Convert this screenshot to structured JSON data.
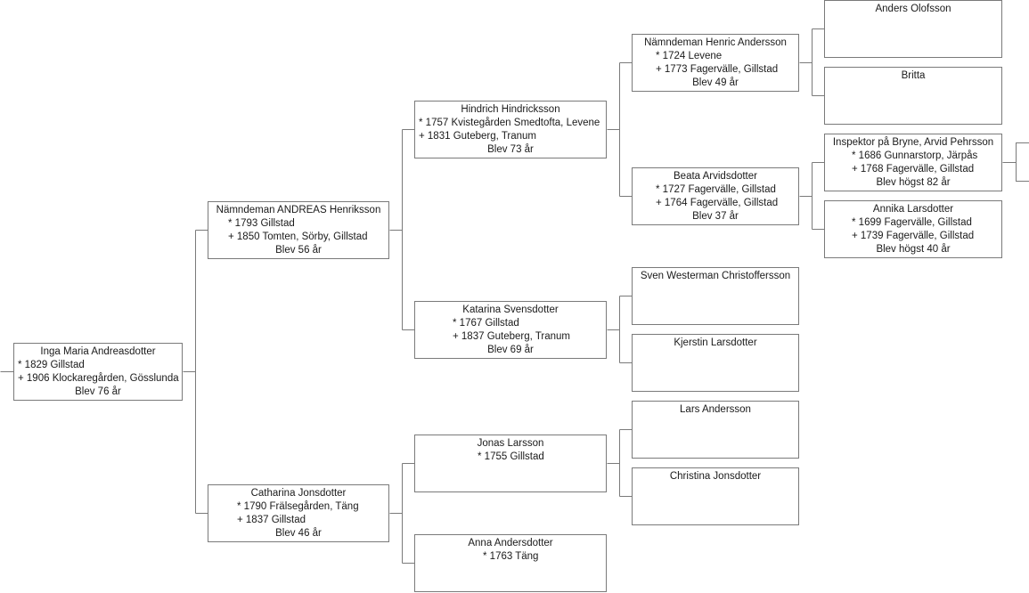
{
  "people": {
    "p1": {
      "name": "Inga Maria Andreasdotter",
      "birth": "* 1829 Gillstad",
      "death": "+ 1906 Klockaregården, Gösslunda",
      "age": "Blev 76 år"
    },
    "p2": {
      "name": "Nämndeman ANDREAS Henriksson",
      "birth": "* 1793 Gillstad",
      "death": "+ 1850 Tomten, Sörby, Gillstad",
      "age": "Blev 56 år"
    },
    "p3": {
      "name": "Catharina Jonsdotter",
      "birth": "* 1790 Frälsegården, Täng",
      "death": "+ 1837 Gillstad",
      "age": "Blev 46 år"
    },
    "p4": {
      "name": "Hindrich Hindricksson",
      "birth": "* 1757 Kvistegården Smedtofta, Levene",
      "death": "+ 1831 Guteberg, Tranum",
      "age": "Blev 73 år"
    },
    "p5": {
      "name": "Katarina Svensdotter",
      "birth": "* 1767 Gillstad",
      "death": "+ 1837 Guteberg, Tranum",
      "age": "Blev 69 år"
    },
    "p6": {
      "name": "Jonas Larsson",
      "birth": "* 1755 Gillstad",
      "death": "",
      "age": ""
    },
    "p7": {
      "name": "Anna Andersdotter",
      "birth": "* 1763 Täng",
      "death": "",
      "age": ""
    },
    "p8": {
      "name": "Nämndeman Henric Andersson",
      "birth": "* 1724 Levene",
      "death": "+ 1773 Fagervälle, Gillstad",
      "age": "Blev 49 år"
    },
    "p9": {
      "name": "Beata Arvidsdotter",
      "birth": "* 1727 Fagervälle, Gillstad",
      "death": "+ 1764 Fagervälle, Gillstad",
      "age": "Blev 37 år"
    },
    "p10": {
      "name": "Sven Westerman Christoffersson",
      "birth": "",
      "death": "",
      "age": ""
    },
    "p11": {
      "name": "Kjerstin Larsdotter",
      "birth": "",
      "death": "",
      "age": ""
    },
    "p12": {
      "name": "Lars Andersson",
      "birth": "",
      "death": "",
      "age": ""
    },
    "p13": {
      "name": "Christina Jonsdotter",
      "birth": "",
      "death": "",
      "age": ""
    },
    "p16": {
      "name": "Anders Olofsson",
      "birth": "",
      "death": "",
      "age": ""
    },
    "p17": {
      "name": "Britta",
      "birth": "",
      "death": "",
      "age": ""
    },
    "p18": {
      "name": "Inspektor på Bryne, Arvid Pehrsson",
      "birth": "* 1686 Gunnarstorp, Järpås",
      "death": "+ 1768 Fagervälle, Gillstad",
      "age": "Blev högst 82 år"
    },
    "p19": {
      "name": "Annika Larsdotter",
      "birth": "* 1699 Fagervälle, Gillstad",
      "death": "+ 1739 Fagervälle, Gillstad",
      "age": "Blev högst 40 år"
    }
  },
  "colors": {
    "line": "#7a7a7a",
    "border": "#7a7a7a",
    "background": "#ffffff",
    "text": "#1a1a1a"
  }
}
